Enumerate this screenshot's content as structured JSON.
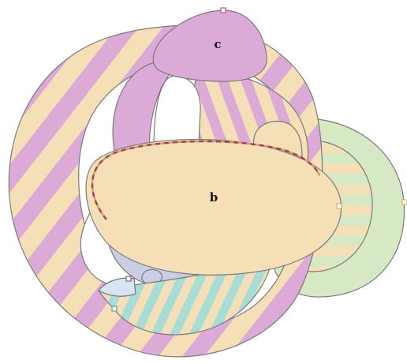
{
  "labels": {
    "region_b": "b",
    "region_c": "c"
  },
  "colors": {
    "beige": "#f5dfb7",
    "pink": "#dcaad6",
    "teal": "#a8ddd6",
    "green": "#d6e8c4",
    "lavender": "#c9cee4",
    "outline": "#7a7a7a",
    "selection_dash_primary": "#d2a84a",
    "selection_dash_secondary": "#a23a7a"
  },
  "handles": {
    "count": 5
  }
}
